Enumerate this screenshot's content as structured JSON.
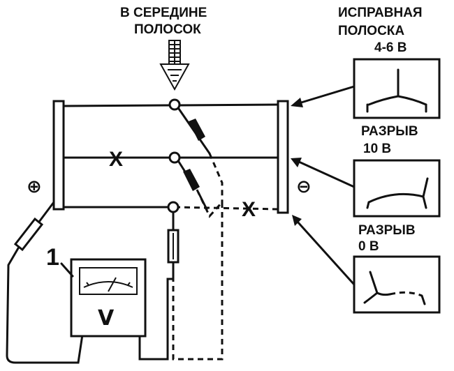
{
  "labels": {
    "middle_top": "В СЕРЕДИНЕ",
    "middle_bottom": "ПОЛОСОК",
    "good_top": "ИСПРАВНАЯ",
    "good_bottom": "ПОЛОСКА",
    "good_voltage": "4-6 В",
    "break1": "РАЗРЫВ",
    "break1_voltage": "10 В",
    "break2": "РАЗРЫВ",
    "break2_voltage": "0 В",
    "fault_mark_1": "X",
    "fault_mark_2": "X",
    "meter_number": "1",
    "meter_unit": "V",
    "plus_terminal": "⊕",
    "minus_terminal": "⊖"
  }
}
